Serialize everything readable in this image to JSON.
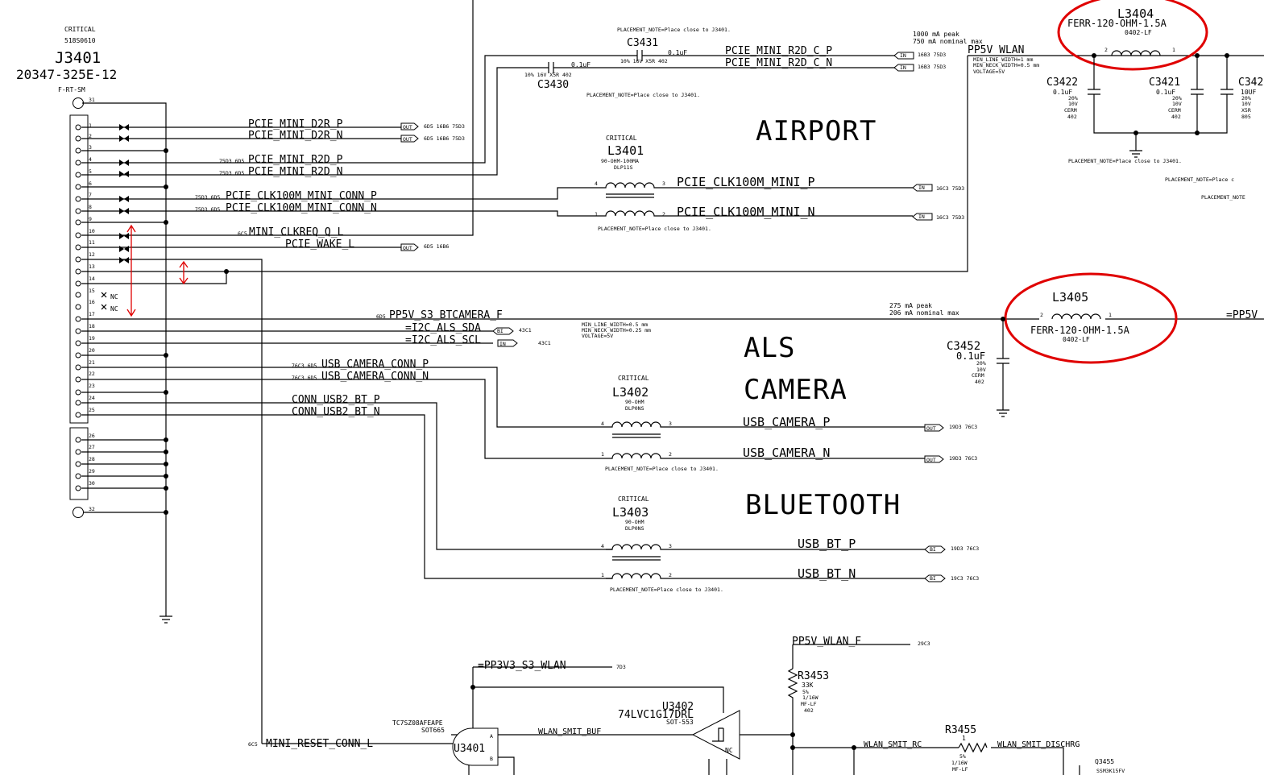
{
  "connector": {
    "critical": "CRITICAL",
    "part_no": "518S0610",
    "ref": "J3401",
    "value": "20347-325E-12",
    "type": "F-RT-SM",
    "pins": [
      "31",
      "1",
      "2",
      "3",
      "4",
      "5",
      "6",
      "7",
      "8",
      "9",
      "10",
      "11",
      "12",
      "13",
      "14",
      "15",
      "16",
      "17",
      "18",
      "19",
      "20",
      "21",
      "22",
      "23",
      "24",
      "25",
      "26",
      "27",
      "28",
      "29",
      "30",
      "32"
    ],
    "nc": "NC"
  },
  "sections": {
    "airport": "AIRPORT",
    "als": "ALS",
    "camera": "CAMERA",
    "bluetooth": "BLUETOOTH"
  },
  "signals": {
    "d2r_p": "PCIE_MINI_D2R_P",
    "d2r_n": "PCIE_MINI_D2R_N",
    "r2d_p": "PCIE_MINI_R2D_P",
    "r2d_n": "PCIE_MINI_R2D_N",
    "clk_conn_p": "PCIE_CLK100M_MINI_CONN_P",
    "clk_conn_n": "PCIE_CLK100M_MINI_CONN_N",
    "clkreq": "MINI_CLKREQ_Q_L",
    "wake": "PCIE_WAKE_L",
    "r2d_c_p": "PCIE_MINI_R2D_C_P",
    "r2d_c_n": "PCIE_MINI_R2D_C_N",
    "clk_p": "PCIE_CLK100M_MINI_P",
    "clk_n": "PCIE_CLK100M_MINI_N",
    "btcam": "PP5V_S3_BTCAMERA_F",
    "sda": "=I2C_ALS_SDA",
    "scl": "=I2C_ALS_SCL",
    "usbcam_conn_p": "USB_CAMERA_CONN_P",
    "usbcam_conn_n": "USB_CAMERA_CONN_N",
    "bt_conn_p": "CONN_USB2_BT_P",
    "bt_conn_n": "CONN_USB2_BT_N",
    "usbcam_p": "USB_CAMERA_P",
    "usbcam_n": "USB_CAMERA_N",
    "usbbt_p": "USB_BT_P",
    "usbbt_n": "USB_BT_N",
    "pp5v_wlan": "PP5V_WLAN",
    "pp5v_right": "=PP5V",
    "pp3v3_wlan": "=PP3V3_S3_WLAN",
    "pp5v_wlan_f": "PP5V_WLAN_F",
    "mini_reset": "MINI_RESET_CONN_L",
    "smit_buf": "WLAN_SMIT_BUF",
    "smit_rc": "WLAN_SMIT_RC",
    "smit_dischrg": "WLAN_SMIT_DISCHRG"
  },
  "refs": {
    "small": {
      "s1": "6D5 16B6 75D3",
      "s2": "6D5 16B6 75D3",
      "s3": "75D3 6D5",
      "s4": "75D3 6D5",
      "s5": "75D3 6D5",
      "s6": "75D3 6D5",
      "s7": "6C5",
      "s8": "6D5 16B6",
      "s9": "16B3 75D3",
      "s10": "16B3 75D3",
      "s11": "16C3 75D3",
      "s12": "16C3 75D3",
      "s13": "6D5",
      "s14": "43C1",
      "s15": "43C1",
      "s16": "76C3 6D5",
      "s17": "76C3 6D5",
      "s18": "19D3 76C3",
      "s19": "19D3 76C3",
      "s20": "19D3 76C3",
      "s21": "19C3 76C3",
      "s22": "7D3",
      "s23": "29C3",
      "s24": "6C5"
    },
    "flags": {
      "out": "OUT",
      "in": "IN",
      "bi": "BI"
    }
  },
  "components": {
    "c3431": {
      "ref": "C3431",
      "val": "0.1uF",
      "spec": "10% 16V X5R 402"
    },
    "c3430": {
      "ref": "C3430",
      "val": "0.1uF",
      "spec": "10% 16V X5R 402"
    },
    "l3401": {
      "crit": "CRITICAL",
      "ref": "L3401",
      "val": "90-OHM-100MA",
      "pkg": "DLP11S"
    },
    "l3402": {
      "crit": "CRITICAL",
      "ref": "L3402",
      "val": "90-OHM",
      "pkg": "DLP0NS"
    },
    "l3403": {
      "crit": "CRITICAL",
      "ref": "L3403",
      "val": "90-OHM",
      "pkg": "DLP0NS"
    },
    "l3404": {
      "ref": "L3404",
      "val": "FERR-120-OHM-1.5A",
      "pkg": "0402-LF"
    },
    "l3405": {
      "ref": "L3405",
      "val": "FERR-120-OHM-1.5A",
      "pkg": "0402-LF"
    },
    "c3422": {
      "ref": "C3422",
      "val": "0.1uF",
      "s1": "20%",
      "s2": "10V",
      "s3": "CERM",
      "s4": "402"
    },
    "c3421": {
      "ref": "C3421",
      "val": "0.1uF",
      "s1": "20%",
      "s2": "10V",
      "s3": "CERM",
      "s4": "402"
    },
    "c342x": {
      "ref": "C342",
      "val": "10UF",
      "s1": "20%",
      "s2": "10V",
      "s3": "X5R",
      "s4": "805"
    },
    "c3452": {
      "ref": "C3452",
      "val": "0.1uF",
      "s1": "20%",
      "s2": "10V",
      "s3": "CERM",
      "s4": "402"
    },
    "r3453": {
      "ref": "R3453",
      "val": "33K",
      "s1": "5%",
      "s2": "1/16W",
      "s3": "MF-LF",
      "s4": "402"
    },
    "r3455": {
      "ref": "R3455",
      "val": "1",
      "s1": "5%",
      "s2": "1/16W",
      "s3": "MF-LF"
    },
    "u3401": {
      "ref": "U3401",
      "part": "TC7SZ08AFEAPE",
      "pkg": "SOT665"
    },
    "u3402": {
      "ref": "U3402",
      "part": "74LVC1G17DRL",
      "pkg": "SOT-553"
    },
    "q3455": {
      "ref": "Q3455",
      "part": "SSM3K15FV"
    }
  },
  "notes": {
    "place1": "PLACEMENT_NOTE=Place close to J3401.",
    "wlan_peak": "1000 mA peak",
    "wlan_nom": "750 mA nominal max",
    "wlan_lw": "MIN_LINE_WIDTH=1 mm",
    "wlan_nw": "MIN_NECK_WIDTH=0.5 mm",
    "wlan_v": "VOLTAGE=5V",
    "cam_peak": "275 mA peak",
    "cam_nom": "206 mA nominal max",
    "cam_lw": "MIN_LINE_WIDTH=0.5 mm",
    "cam_nw": "MIN_NECK_WIDTH=0.25 mm",
    "cam_v": "VOLTAGE=5V",
    "place_trunc": "PLACEMENT_NOTE=Place c",
    "place_trunc2": "PLACEMENT_NOTE"
  }
}
